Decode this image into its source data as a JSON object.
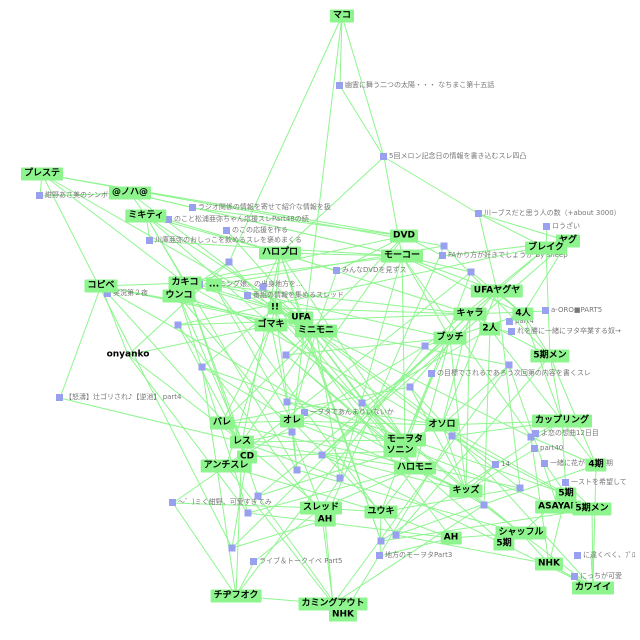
{
  "edge_color": "#8ef58e",
  "node_color": "#8ef58e",
  "doc_marker_color": "#9aa0f0",
  "nodes": [
    {
      "id": "mako",
      "label": "マコ"
    },
    {
      "id": "presute",
      "label": "プレステ"
    },
    {
      "id": "nonoha",
      "label": "@ノハ@"
    },
    {
      "id": "mikitei",
      "label": "ミキティ"
    },
    {
      "id": "dvd",
      "label": "DVD"
    },
    {
      "id": "haropuro",
      "label": "ハロプロ"
    },
    {
      "id": "moko",
      "label": "モーコー"
    },
    {
      "id": "yagu",
      "label": "ヤグ"
    },
    {
      "id": "bureiku",
      "label": "ブレイク"
    },
    {
      "id": "kopibe",
      "label": "コピベ"
    },
    {
      "id": "kakiko",
      "label": "カキコ"
    },
    {
      "id": "unko",
      "label": "ウンコ"
    },
    {
      "id": "dots1",
      "label": "..."
    },
    {
      "id": "ufa_yagu",
      "label": "UFAヤグヤ"
    },
    {
      "id": "excl",
      "label": "!!"
    },
    {
      "id": "gomaki",
      "label": "ゴマキ"
    },
    {
      "id": "ufa",
      "label": "UFA"
    },
    {
      "id": "minimoni",
      "label": "ミニモニ"
    },
    {
      "id": "kyara",
      "label": "キャラ"
    },
    {
      "id": "yonin",
      "label": "4人"
    },
    {
      "id": "futari",
      "label": "2人"
    },
    {
      "id": "bucchi",
      "label": "ブッチ"
    },
    {
      "id": "onyanko",
      "label": "onyanko"
    },
    {
      "id": "gomen",
      "label": "5期メン"
    },
    {
      "id": "bare",
      "label": "バレ"
    },
    {
      "id": "ore",
      "label": "オレ"
    },
    {
      "id": "osoro",
      "label": "オソロ"
    },
    {
      "id": "kappuringu",
      "label": "カップリング"
    },
    {
      "id": "resu",
      "label": "レス"
    },
    {
      "id": "cd",
      "label": "CD"
    },
    {
      "id": "anchisure",
      "label": "アンチスレ"
    },
    {
      "id": "monota",
      "label": "モーヲタ"
    },
    {
      "id": "sonin",
      "label": "ソニン"
    },
    {
      "id": "haromoni",
      "label": "ハロモニ"
    },
    {
      "id": "yonki",
      "label": "4期"
    },
    {
      "id": "kizzu",
      "label": "キッズ"
    },
    {
      "id": "goki",
      "label": "5期"
    },
    {
      "id": "asayan",
      "label": "ASAYAN"
    },
    {
      "id": "gokimen",
      "label": "5期メン"
    },
    {
      "id": "sureddo",
      "label": "スレッド"
    },
    {
      "id": "ah1",
      "label": "AH"
    },
    {
      "id": "yuki",
      "label": "ユウキ"
    },
    {
      "id": "shaffuru",
      "label": "シャッフル"
    },
    {
      "id": "goki2",
      "label": "5期"
    },
    {
      "id": "ah2",
      "label": "AH"
    },
    {
      "id": "nhk1",
      "label": "NHK"
    },
    {
      "id": "kawaii",
      "label": "カワイイ"
    },
    {
      "id": "chifuoku",
      "label": "チヂフオク"
    },
    {
      "id": "kamingu",
      "label": "カミングアウト"
    },
    {
      "id": "nhk2",
      "label": "NHK"
    }
  ],
  "docs": [
    {
      "id": "d1",
      "label": "幽霊に舞う二つの太陽・・・ なちまこ第十五話"
    },
    {
      "id": "d2",
      "label": "5回メロン記念日の情報を書き込むスレ四凸"
    },
    {
      "id": "d3",
      "label": "川ーブスだと思う人の数（+about 3000）"
    },
    {
      "id": "d4",
      "label": "ロうざい"
    },
    {
      "id": "d5",
      "label": "紺野あさ美のシンボルコスレ"
    },
    {
      "id": "d6",
      "label": "ラジオ関係の情報を寄せて紹介な情報を扱"
    },
    {
      "id": "d7",
      "label": "のこと松浦亜弥ちゃん応援スレPart48の続"
    },
    {
      "id": "d8",
      "label": "のこの応援を作る"
    },
    {
      "id": "d9",
      "label": "川庫亜弥のおしっこを飲めるスレを褒めまくる"
    },
    {
      "id": "d10",
      "label": "みんなDVDを見ずス"
    },
    {
      "id": "d11",
      "label": "FAかり方が好きでしょうか By sheep"
    },
    {
      "id": "d12",
      "label": "実況第２夜"
    },
    {
      "id": "d13",
      "label": "モーニング娘。の出身地方を..."
    },
    {
      "id": "d14",
      "label": "番組の情報を集めるスレッド"
    },
    {
      "id": "d15",
      "label": "a-ORO■PART5"
    },
    {
      "id": "d16",
      "label": "part4"
    },
    {
      "id": "d17",
      "label": "れを勝に一緒にヲタ卒業する奴→"
    },
    {
      "id": "d18",
      "label": "【怒濤】辻ゴリされ♪【逆池】 part4"
    },
    {
      "id": "d19",
      "label": "の目標でされるであろう次回第の内容を書くスレ"
    },
    {
      "id": "d20",
      "label": "一ヲタであんまりいないか"
    },
    {
      "id": "d21",
      "label": "よ恋の想曲12日目"
    },
    {
      "id": "d22",
      "label": "part40"
    },
    {
      "id": "d23",
      "label": "一緒に花が咲く時期"
    },
    {
      "id": "d24",
      "label": "一ストを希望して"
    },
    {
      "id": "d25",
      "label": "〜゛)ミく紺野、可愛すぎてみ"
    },
    {
      "id": "d26",
      "label": "ライブ＆トークイベ Part5"
    },
    {
      "id": "d27",
      "label": "地方のモーヲタPart3"
    },
    {
      "id": "d28",
      "label": "に違くべく、ﾌﾟﾛ"
    },
    {
      "id": "d29",
      "label": "にっちが可愛"
    },
    {
      "id": "d30",
      "label": "14"
    }
  ]
}
